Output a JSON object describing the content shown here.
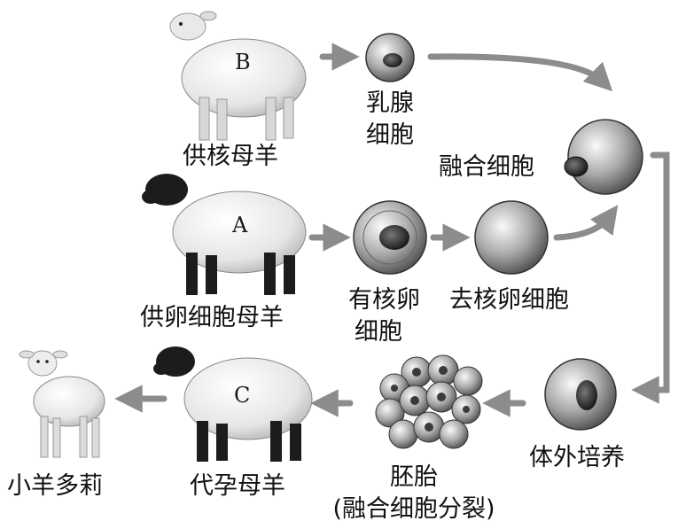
{
  "labels": {
    "ewe_b_letter": "B",
    "ewe_a_letter": "A",
    "ewe_c_letter": "C",
    "nucleus_donor_ewe": "供核母羊",
    "mammary_cell_line1": "乳腺",
    "mammary_cell_line2": "细胞",
    "fused_cell": "融合细胞",
    "egg_donor_ewe": "供卵细胞母羊",
    "nucleated_egg_line1": "有核卵",
    "nucleated_egg_line2": "细胞",
    "enucleated_egg": "去核卵细胞",
    "in_vitro_culture": "体外培养",
    "embryo_line1": "胚胎",
    "embryo_line2": "(融合细胞分裂)",
    "surrogate_ewe": "代孕母羊",
    "lamb_dolly": "小羊多莉"
  },
  "colors": {
    "arrow": "#8c8c8c",
    "cell_light": "#f2f2f2",
    "cell_dark": "#5a5a5a",
    "nucleus": "#2a2a2a",
    "wool": "#ececec",
    "black_face": "#1c1c1c"
  }
}
